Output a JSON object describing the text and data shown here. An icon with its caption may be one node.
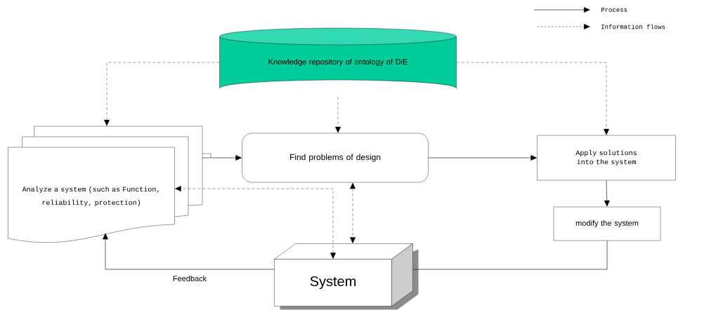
{
  "diagram": {
    "nodes": [
      {
        "text": [
          "Knowledge repository of ontology of DiE"
        ]
      },
      {
        "text": [
          "Analyze a system (such as Function, reliability, protection)"
        ]
      },
      {
        "text": [
          "Find problems of design"
        ]
      },
      {
        "text": [
          "Apply solutions into the system"
        ]
      },
      {
        "text": [
          "modify the system"
        ]
      },
      {
        "text": [
          "System"
        ]
      }
    ],
    "edges": [
      {
        "from": 0,
        "to": 1,
        "arrow": "to",
        "style": "dashed"
      },
      {
        "from": 1,
        "to": 2,
        "arrow": "to"
      },
      {
        "from": 2,
        "to": 3,
        "arrow": "to"
      },
      {
        "from": 3,
        "to": 4,
        "arrow": "to"
      },
      {
        "from": 0,
        "to": 2,
        "arrow": "to",
        "style": "dashed"
      },
      {
        "from": 0,
        "to": 3,
        "arrow": "to",
        "style": "dashed"
      },
      {
        "from": 5,
        "to": 1,
        "arrow": "both",
        "style": "dashed"
      },
      {
        "from": 2,
        "to": 5,
        "arrow": "both",
        "style": "dashed"
      },
      {
        "from": 4,
        "to": 5,
        "arrow": "none"
      },
      {
        "from": 5,
        "to": 1,
        "arrow": "to",
        "label": "Feedback"
      }
    ],
    "legend": [
      {
        "text": "Process"
      },
      {
        "text": "Information flows"
      }
    ]
  }
}
